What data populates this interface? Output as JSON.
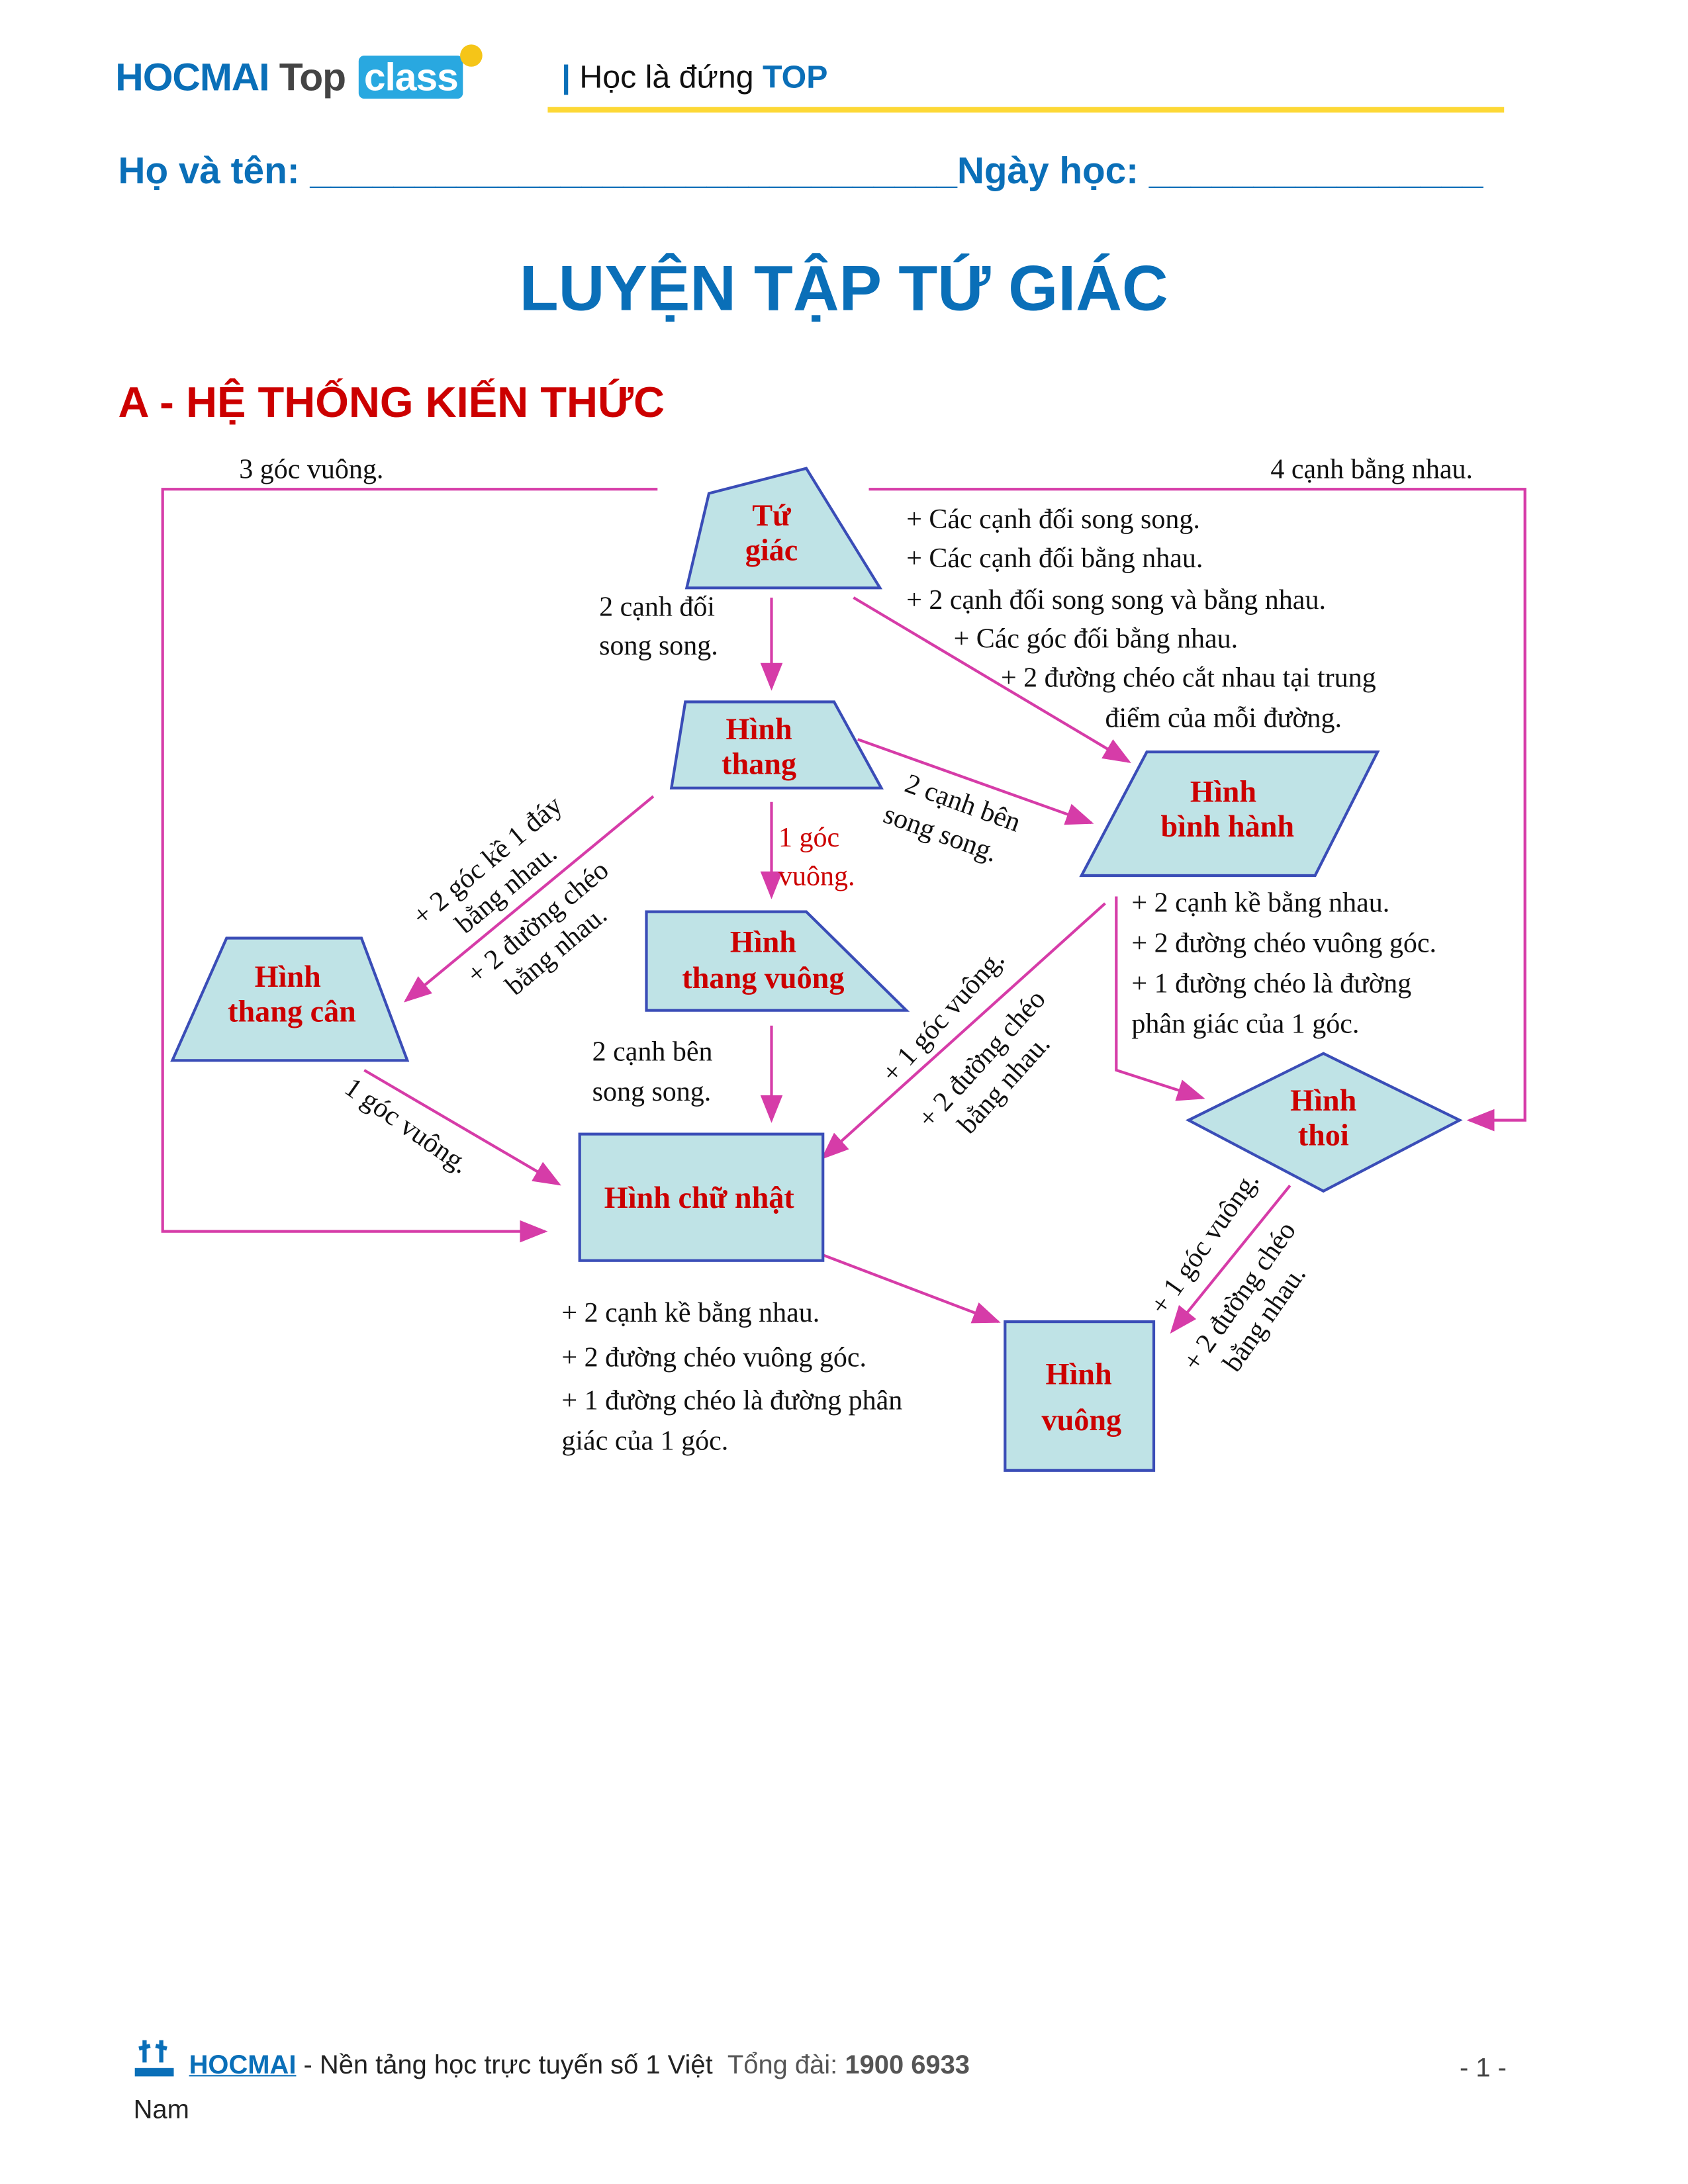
{
  "header": {
    "logo_brand": "HOCMAI",
    "logo_top": "Top",
    "logo_class": "class",
    "slogan_prefix": "Học là đứng",
    "slogan_top": "TOP"
  },
  "student_fields": {
    "name_label": "Họ và tên:",
    "name_blank": "_______________________________",
    "date_label": "Ngày học:",
    "date_blank": "________________"
  },
  "title": "LUYỆN TẬP TỨ GIÁC",
  "section_heading": "A - HỆ THỐNG KIẾN THỨC",
  "diagram": {
    "nodes": {
      "tu_giac": [
        "Tứ",
        "giác"
      ],
      "hinh_thang": [
        "Hình",
        "thang"
      ],
      "binh_hanh": [
        "Hình",
        "bình hành"
      ],
      "thang_can": [
        "Hình",
        "thang cân"
      ],
      "thang_vuong": [
        "Hình",
        "thang vuông"
      ],
      "chu_nhat": [
        "Hình chữ nhật"
      ],
      "thoi": [
        "Hình",
        "thoi"
      ],
      "vuong": [
        "Hình",
        "vuông"
      ]
    },
    "labels": {
      "three_right": "3 góc vuông.",
      "four_sides": "4 cạnh bằng nhau.",
      "opp_parallel": [
        "2 cạnh đối",
        "song song."
      ],
      "parallelogram_props": [
        "+ Các cạnh đối song song.",
        "+ Các cạnh đối bằng nhau.",
        "+ 2 cạnh đối song song và bằng nhau.",
        "+ Các góc đối bằng nhau.",
        "+ 2 đường chéo cắt nhau tại trung",
        "điểm của mỗi đường."
      ],
      "trap_to_para": [
        "2 cạnh bên",
        "song song."
      ],
      "trap_to_isos_a": [
        "+ 2 góc kề 1 đáy",
        "bằng nhau."
      ],
      "trap_to_isos_b": [
        "+ 2 đường chéo",
        "bằng nhau."
      ],
      "trap_to_right": [
        "1 góc",
        "vuông."
      ],
      "right_trap_to_rect": [
        "2 cạnh bên",
        "song song."
      ],
      "isos_to_rect": "1 góc vuông.",
      "para_to_rect_a": "+ 1 góc vuông.",
      "para_to_rect_b": [
        "+ 2 đường chéo",
        "bằng nhau."
      ],
      "para_to_rhombus": [
        "+ 2 cạnh kề bằng nhau.",
        "+ 2 đường chéo vuông góc.",
        "+ 1 đường chéo là đường",
        "phân giác của 1 góc."
      ],
      "rect_to_square": [
        "+ 2 cạnh kề bằng nhau.",
        "+ 2 đường chéo vuông góc.",
        "+ 1 đường chéo là đường phân",
        "giác của 1 góc."
      ],
      "rhombus_to_square_a": "+ 1 góc vuông.",
      "rhombus_to_square_b": [
        "+ 2 đường chéo",
        "bằng nhau."
      ]
    }
  },
  "footer": {
    "brand": "HOCMAI",
    "tagline": "- Nền tảng học trực tuyến số 1 Việt",
    "tagline_end": "Nam",
    "hotline_label": "Tổng đài:",
    "hotline": "1900 6933",
    "page": "- 1 -"
  }
}
